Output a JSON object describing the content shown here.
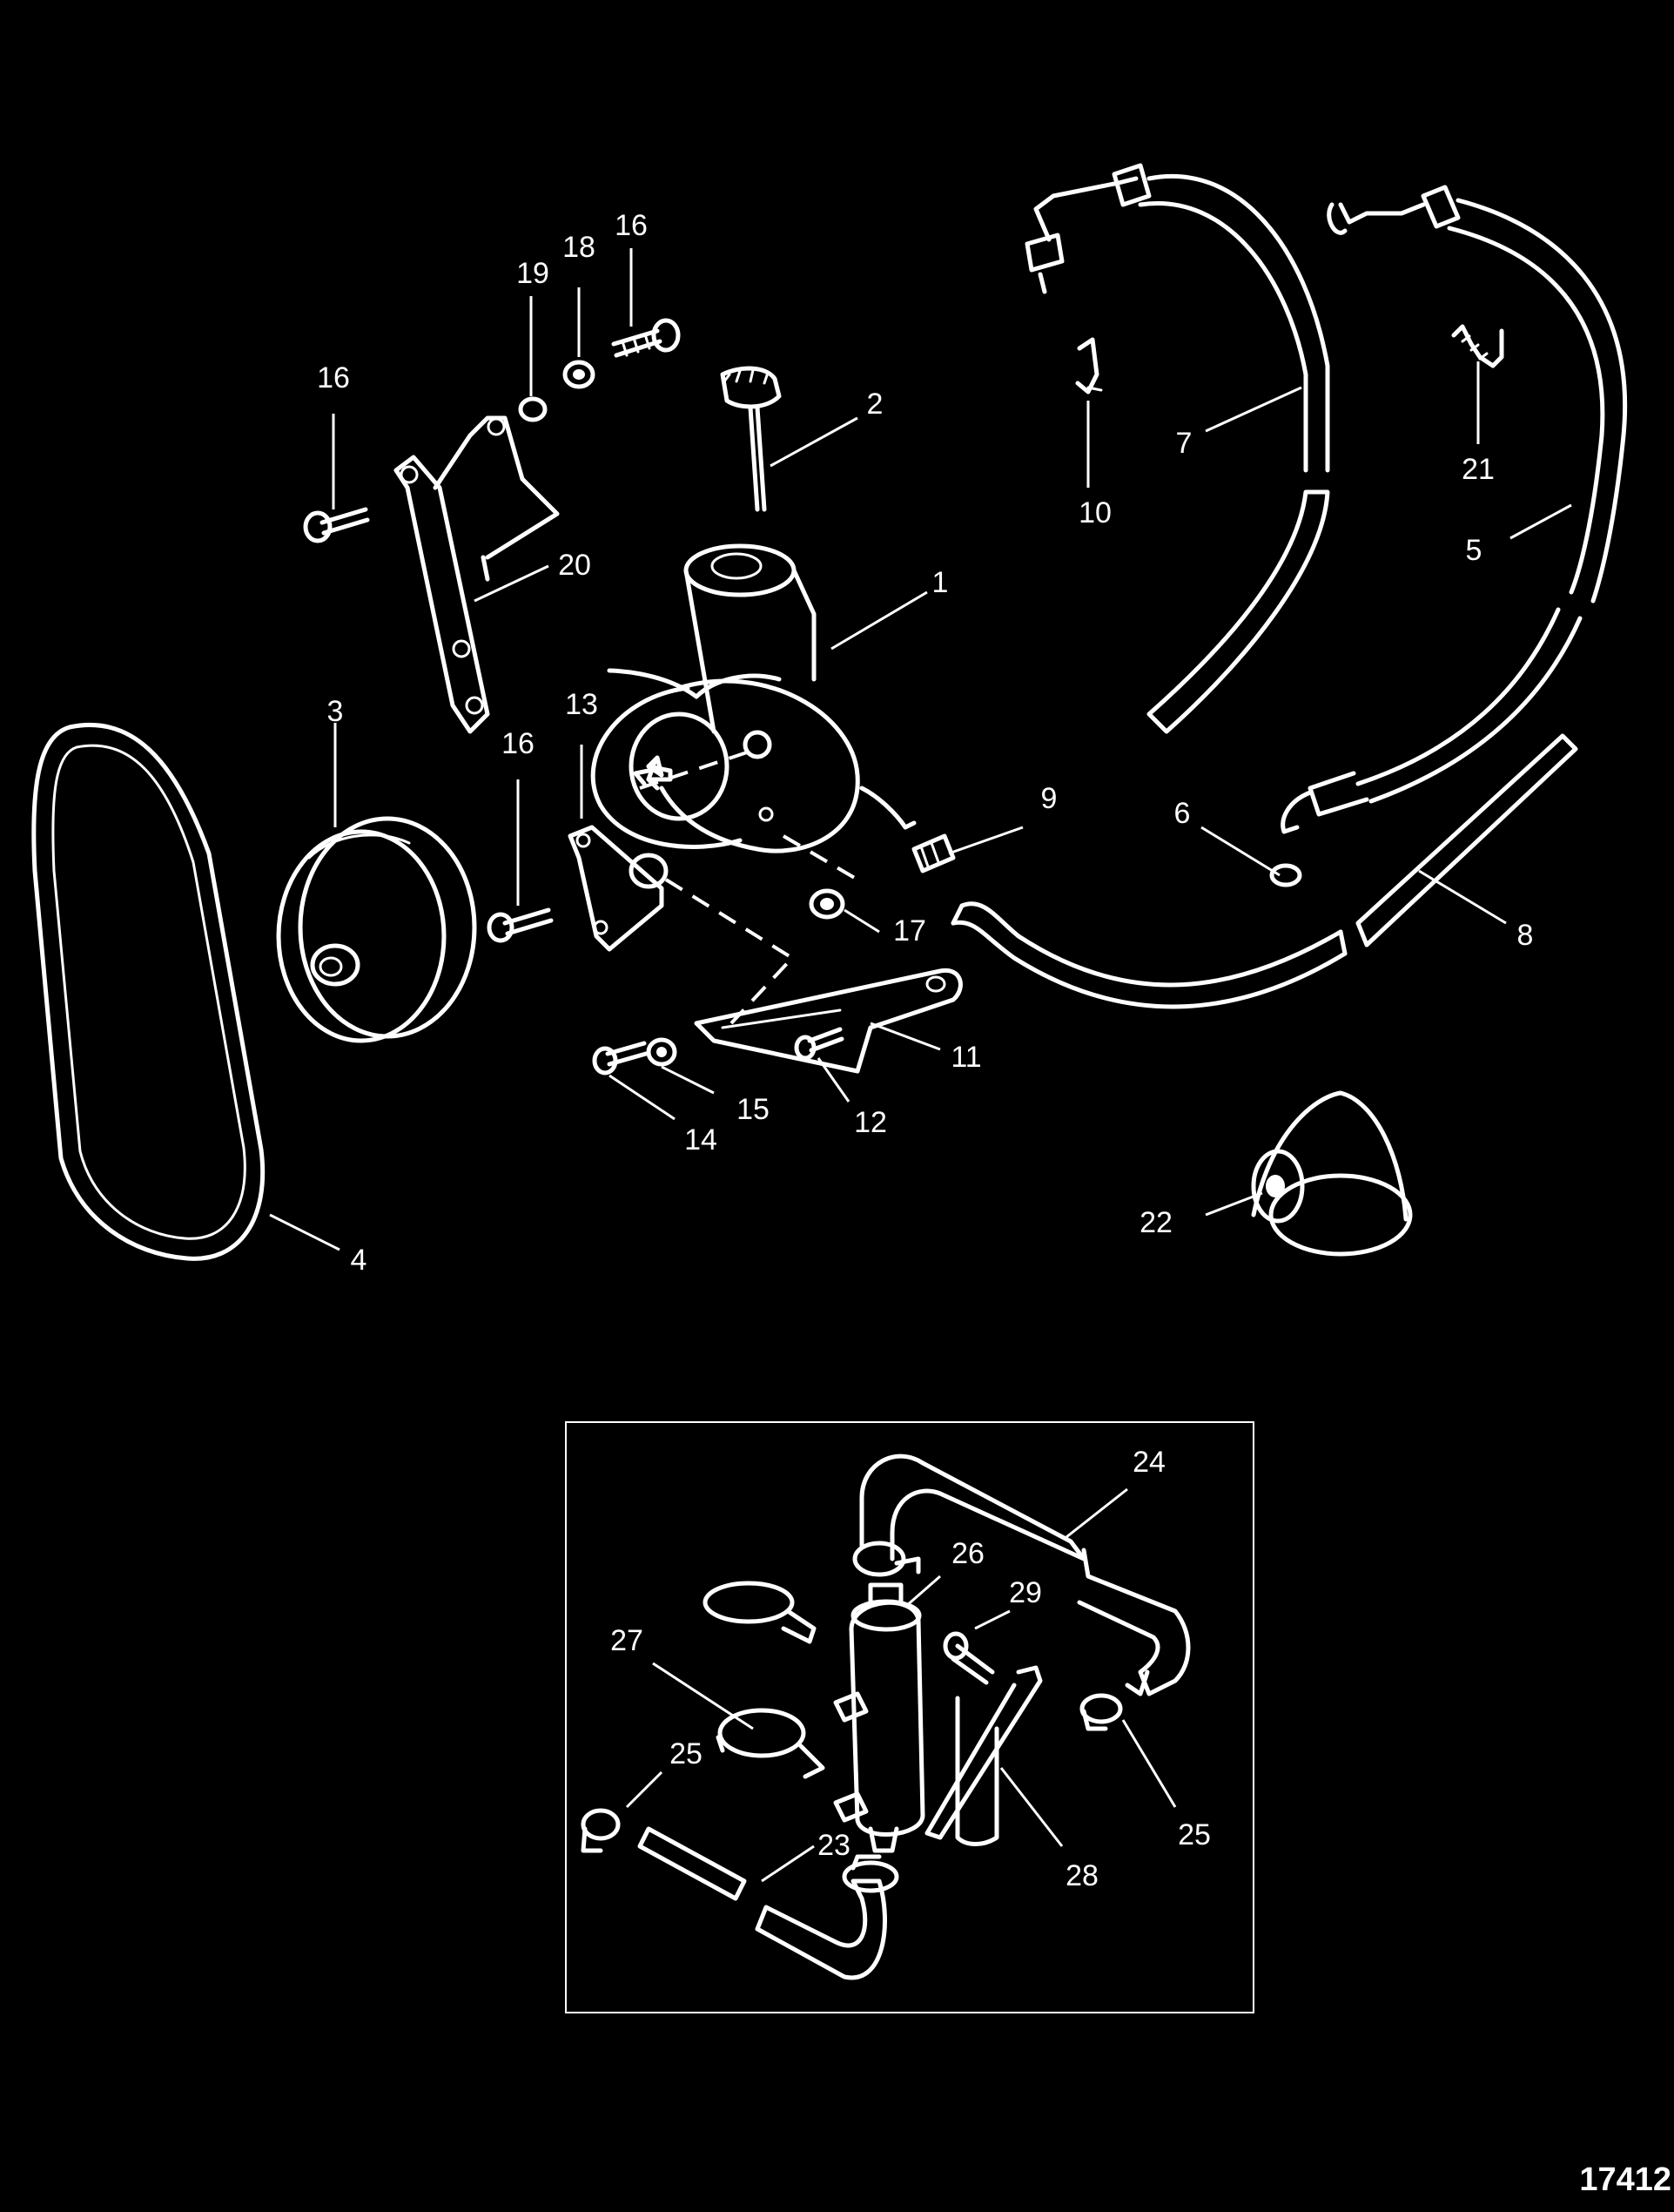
{
  "diagram": {
    "reference_number": "17412",
    "callouts": [
      "1",
      "2",
      "3",
      "4",
      "5",
      "6",
      "7",
      "8",
      "9",
      "10",
      "11",
      "12",
      "13",
      "14",
      "15",
      "16",
      "16",
      "16",
      "17",
      "18",
      "19",
      "20",
      "21",
      "22",
      "23",
      "24",
      "25",
      "25",
      "26",
      "27",
      "28",
      "29"
    ]
  },
  "colors": {
    "background": "#000000",
    "line": "#ffffff"
  }
}
